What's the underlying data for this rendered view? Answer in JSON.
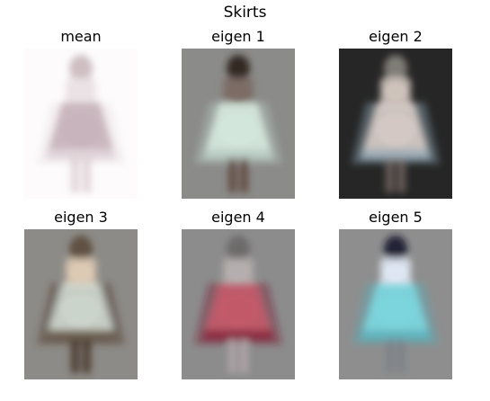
{
  "figure": {
    "title": "Skirts"
  },
  "panels": [
    {
      "title": "mean",
      "bg": "#fdfbfc",
      "head": "#c9b8bd",
      "top": "#e9dfe3",
      "skirt": "#c5b1b9",
      "hem": "#e8e0e4",
      "legs": "#d9ccd0",
      "mood": "light"
    },
    {
      "title": "eigen 1",
      "bg": "#8b8b89",
      "head": "#2a1d1a",
      "top": "#7b6a63",
      "skirt": "#d6eadf",
      "hem": "#b2c4bd",
      "legs": "#5b3e33",
      "mood": "mid"
    },
    {
      "title": "eigen 2",
      "bg": "#262626",
      "head": "#8a8680",
      "top": "#dccfc8",
      "skirt": "#d8cdc8",
      "hem": "#8aa4b2",
      "legs": "#7a6c66",
      "mood": "dark"
    },
    {
      "title": "eigen 3",
      "bg": "#8d8b87",
      "head": "#5b4a3b",
      "top": "#e3cfb7",
      "skirt": "#cfd8cf",
      "hem": "#4a3626",
      "legs": "#3d2c20",
      "mood": "mid"
    },
    {
      "title": "eigen 4",
      "bg": "#8c8c8c",
      "head": "#6a6666",
      "top": "#b9b1b1",
      "skirt": "#c45a6a",
      "hem": "#7a1d33",
      "legs": "#b7aaae",
      "mood": "mid"
    },
    {
      "title": "eigen 5",
      "bg": "#8e8e8e",
      "head": "#1a1a2e",
      "top": "#e6eefb",
      "skirt": "#7cd7df",
      "hem": "#5aa8b3",
      "legs": "#7a8087",
      "mood": "mid"
    }
  ]
}
